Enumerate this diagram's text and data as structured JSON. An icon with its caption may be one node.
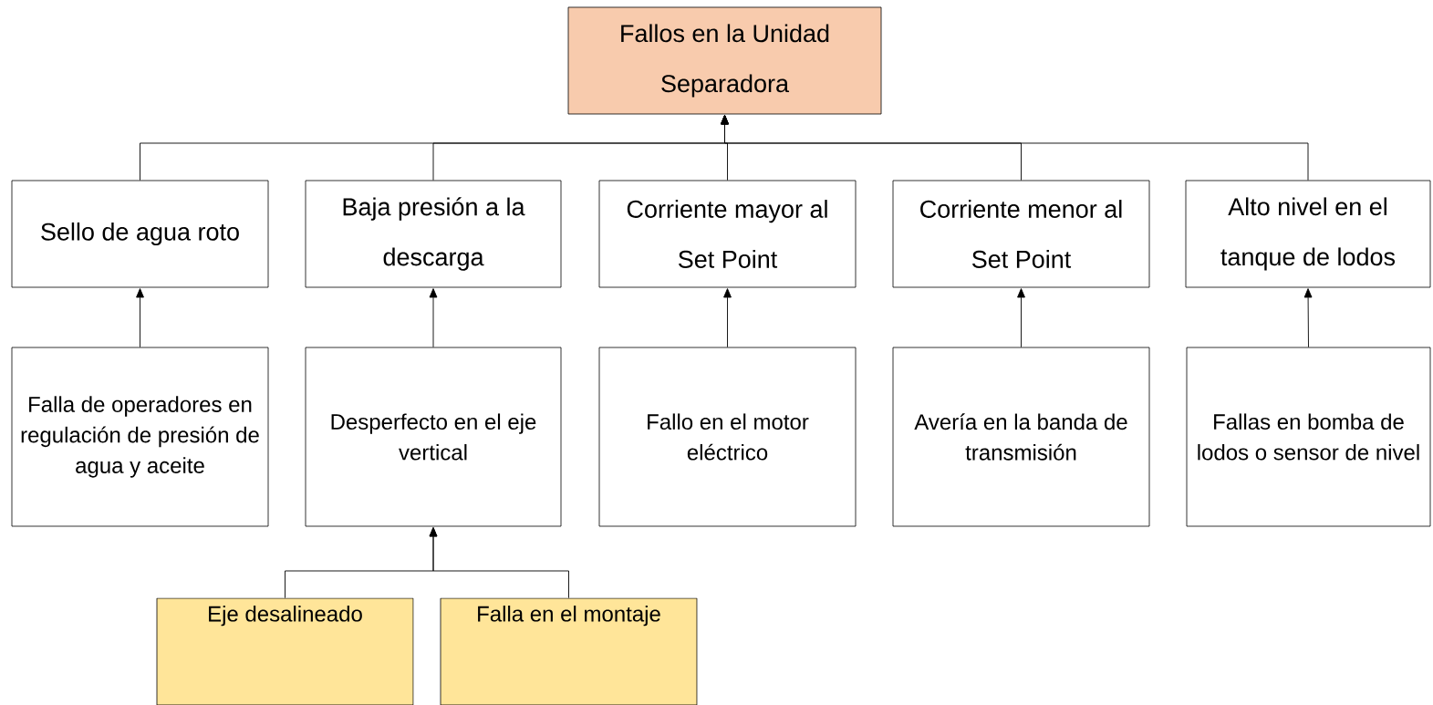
{
  "diagram": {
    "nodes": [
      {
        "text": [
          "Fallos en la Unidad Separadora"
        ]
      },
      {
        "text": [
          "Sello de agua roto"
        ]
      },
      {
        "text": [
          "Baja presión a la descarga"
        ]
      },
      {
        "text": [
          "Corriente mayor al Set Point"
        ]
      },
      {
        "text": [
          "Corriente menor al Set Point"
        ]
      },
      {
        "text": [
          "Alto nivel en el tanque de lodos"
        ]
      },
      {
        "text": [
          "Falla de operadores en regulación de presión de agua y aceite"
        ]
      },
      {
        "text": [
          "Desperfecto en el eje vertical"
        ]
      },
      {
        "text": [
          "Fallo en el motor eléctrico"
        ]
      },
      {
        "text": [
          "Avería en la banda de transmisión"
        ]
      },
      {
        "text": [
          "Fallas en bomba de lodos o sensor de nivel"
        ]
      },
      {
        "text": [
          "Eje desalineado"
        ]
      },
      {
        "text": [
          "Falla en el montaje"
        ]
      }
    ],
    "edges": [
      {
        "from": 1,
        "to": 0,
        "arrow": "to"
      },
      {
        "from": 2,
        "to": 0,
        "arrow": "to"
      },
      {
        "from": 3,
        "to": 0,
        "arrow": "to"
      },
      {
        "from": 4,
        "to": 0,
        "arrow": "to"
      },
      {
        "from": 5,
        "to": 0,
        "arrow": "to"
      },
      {
        "from": 6,
        "to": 1,
        "arrow": "to"
      },
      {
        "from": 7,
        "to": 2,
        "arrow": "to"
      },
      {
        "from": 8,
        "to": 3,
        "arrow": "to"
      },
      {
        "from": 9,
        "to": 4,
        "arrow": "to"
      },
      {
        "from": 10,
        "to": 5,
        "arrow": "to"
      },
      {
        "from": 11,
        "to": 7,
        "arrow": "to"
      },
      {
        "from": 12,
        "to": 7,
        "arrow": "to"
      }
    ]
  }
}
